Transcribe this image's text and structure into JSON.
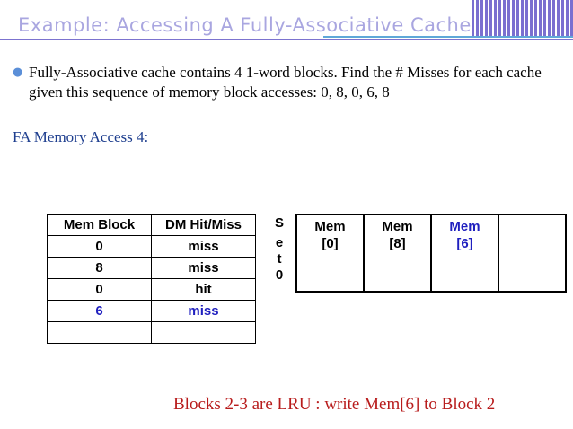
{
  "slide": {
    "title": "Example: Accessing A Fully-Associative Cache",
    "bullet": "Fully-Associative cache contains 4 1-word blocks. Find the # Misses for each cache given this sequence of memory block accesses: 0, 8, 0, 6, 8",
    "sub_heading": "FA Memory Access 4:",
    "footer_note": "Blocks 2-3 are LRU : write Mem[6] to Block 2"
  },
  "access_table": {
    "headers": [
      "Mem Block",
      "DM Hit/Miss"
    ],
    "rows": [
      {
        "block": "0",
        "result": "miss"
      },
      {
        "block": "8",
        "result": "miss"
      },
      {
        "block": "0",
        "result": "hit"
      },
      {
        "block": "6",
        "result": "miss"
      },
      {
        "block": "",
        "result": ""
      }
    ]
  },
  "set_label": {
    "chars": [
      "S",
      "e",
      "t",
      "0"
    ]
  },
  "cache": {
    "blocks": [
      {
        "line1": "Mem",
        "line2": "[0]"
      },
      {
        "line1": "Mem",
        "line2": "[8]"
      },
      {
        "line1": "Mem",
        "line2": "[6]"
      },
      {
        "line1": "",
        "line2": ""
      }
    ]
  },
  "colors": {
    "title": "#a9a6e0",
    "accent_blue": "#1f1fbf",
    "note_red": "#b81c1c",
    "bullet": "#5b8fd8"
  }
}
